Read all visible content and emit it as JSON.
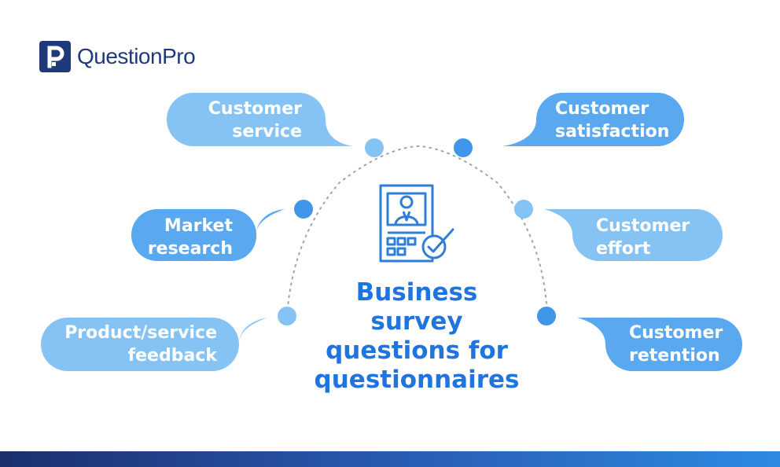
{
  "brand": {
    "name": "QuestionPro"
  },
  "title": "Business\nsurvey\nquestions for\nquestionnaires",
  "center_icon": "survey-profile-check-icon",
  "topics": [
    {
      "label": "Customer\nservice",
      "side": "left",
      "color": "#86c3f5"
    },
    {
      "label": "Customer\nsatisfaction",
      "side": "right",
      "color": "#5aa8ef"
    },
    {
      "label": "Market\nresearch",
      "side": "left",
      "color": "#5aa8ef"
    },
    {
      "label": "Customer\neffort",
      "side": "right",
      "color": "#86c3f5"
    },
    {
      "label": "Product/service\nfeedback",
      "side": "left",
      "color": "#86c3f5"
    },
    {
      "label": "Customer\nretention",
      "side": "right",
      "color": "#5aa8ef"
    }
  ],
  "colors": {
    "brand_navy": "#1f3a7a",
    "title_blue": "#1e75e0",
    "bubble_light": "#86c3f5",
    "bubble_medium": "#5aa8ef",
    "icon_blue": "#2f7fd8"
  }
}
